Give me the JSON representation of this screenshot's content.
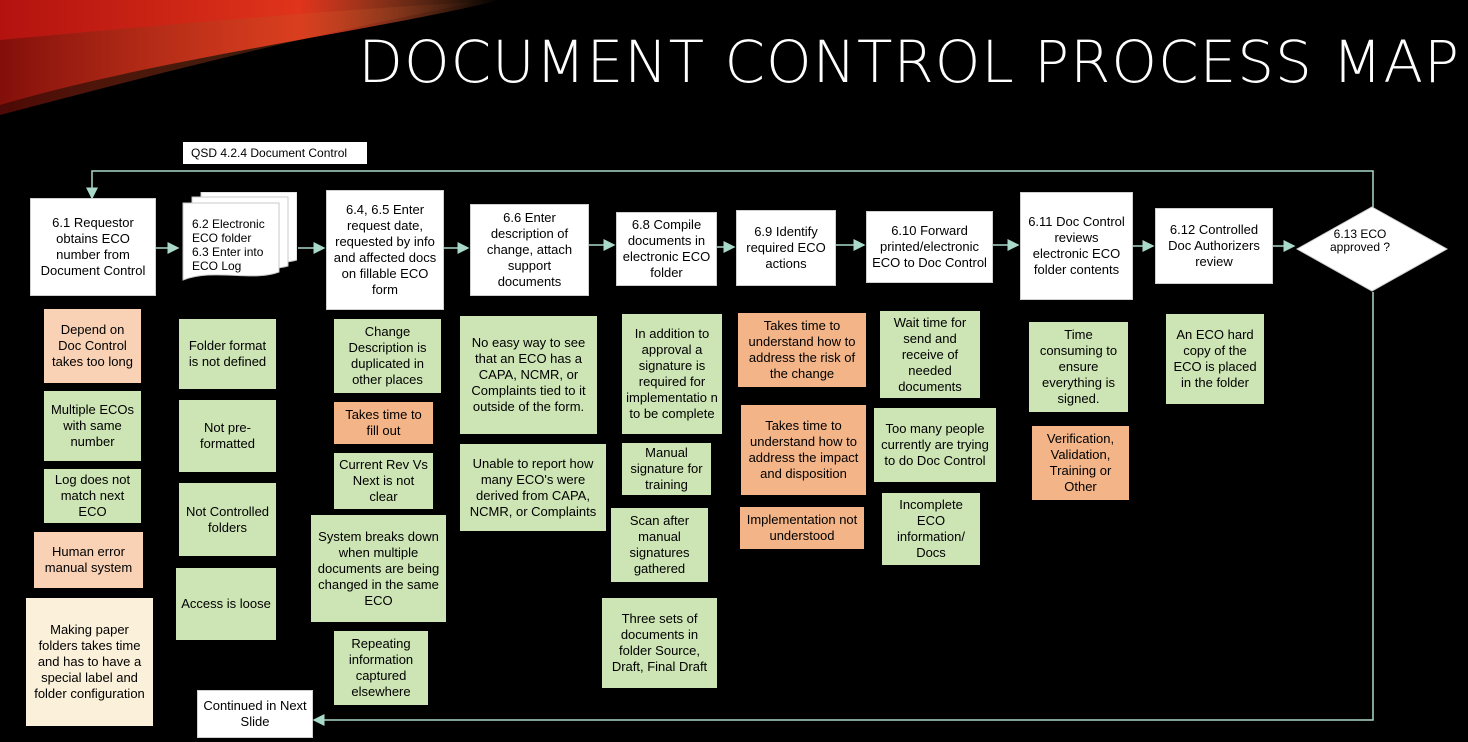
{
  "title": "DOCUMENT CONTROL PROCESS MAP",
  "qsd_label": "QSD 4.2.4 Document Control",
  "steps": [
    "6.1 Requestor obtains ECO number from Document Control",
    "6.2 Electronic ECO folder\n6.3 Enter into ECO Log",
    "6.4, 6.5 Enter request date, requested by info and affected docs on fillable ECO form",
    "6.6 Enter description of change, attach support documents",
    "6.8 Compile documents in electronic ECO folder",
    "6.9 Identify required ECO actions",
    "6.10 Forward printed/electronic ECO to Doc Control",
    "6.11 Doc Control reviews electronic ECO folder contents",
    "6.12 Controlled Doc Authorizers review",
    "6.13 ECO approved ?"
  ],
  "issues": {
    "col1": [
      "Depend on Doc Control takes too long",
      "Multiple ECOs with same number",
      "Log does not match next ECO",
      "Human error manual system",
      "Making paper folders takes time and has to have a special label and folder configuration"
    ],
    "col2": [
      "Folder format is not defined",
      "Not pre-formatted",
      "Not Controlled folders",
      "Access is loose"
    ],
    "col3": [
      "Change Description is duplicated in other places",
      "Takes time to fill out",
      "Current Rev Vs Next is not clear",
      "System breaks down when multiple documents are being changed in the same ECO",
      "Repeating information captured elsewhere"
    ],
    "col4": [
      "No easy way to see that an ECO has a CAPA, NCMR, or Complaints tied to it outside of the form.",
      "Unable to report how many ECO's were derived from CAPA, NCMR, or Complaints"
    ],
    "col5": [
      "In addition to approval a signature is required for implementatio n to be complete",
      "Manual signature for training",
      "Scan after manual signatures gathered",
      "Three sets of documents in folder Source, Draft, Final Draft"
    ],
    "col6": [
      "Takes time to understand how to address the risk of the change",
      "Takes time to understand how to address the impact and disposition",
      "Implementation not understood"
    ],
    "col7": [
      "Wait time for send and receive of needed documents",
      "Too many people currently are trying to do Doc Control",
      "Incomplete ECO information/ Docs"
    ],
    "col8": [
      "Time consuming to ensure everything is signed.",
      "Verification, Validation, Training or Other"
    ],
    "col9": [
      "An ECO hard copy of the ECO is placed in the folder"
    ]
  },
  "continued": "Continued in Next Slide",
  "colors": {
    "green": "#cde4b4",
    "peach": "#f9d2b5",
    "orange": "#f3b488",
    "cream": "#fbf0d9",
    "connector": "#a9d9c8"
  }
}
